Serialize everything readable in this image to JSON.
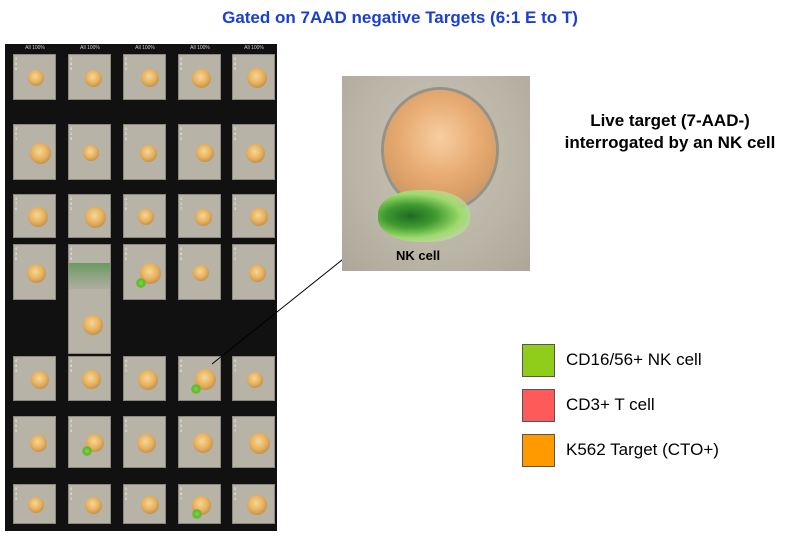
{
  "title": "Gated on 7AAD negative Targets (6:1 E to T)",
  "grid": {
    "column_headers": [
      "All 100%",
      "All 100%",
      "All 100%",
      "All 100%",
      "All 100%"
    ],
    "tiles": [
      {
        "id": "2\n5\n6",
        "row": 0,
        "col": 0,
        "green": false
      },
      {
        "id": "2\n5\n9",
        "row": 0,
        "col": 1,
        "green": false
      },
      {
        "id": "2\n6\n4",
        "row": 0,
        "col": 2,
        "green": false
      },
      {
        "id": "2\n8\n0",
        "row": 0,
        "col": 3,
        "green": false
      },
      {
        "id": "2\n8\n9",
        "row": 0,
        "col": 4,
        "green": false
      },
      {
        "id": "3\n0\n1",
        "row": 1,
        "col": 0,
        "green": false
      },
      {
        "id": "3\n1\n9",
        "row": 1,
        "col": 1,
        "green": false
      },
      {
        "id": "3\n2\n3",
        "row": 1,
        "col": 2,
        "green": false
      },
      {
        "id": "3\n6\n2",
        "row": 1,
        "col": 3,
        "green": false
      },
      {
        "id": "3\n6\n6",
        "row": 1,
        "col": 4,
        "green": false
      },
      {
        "id": "3\n7\n6",
        "row": 2,
        "col": 0,
        "green": false
      },
      {
        "id": "3\n9\n2",
        "row": 2,
        "col": 1,
        "green": false
      },
      {
        "id": "4\n1\n5",
        "row": 2,
        "col": 2,
        "green": false
      },
      {
        "id": "4\n1\n7",
        "row": 2,
        "col": 3,
        "green": false
      },
      {
        "id": "4\n2\n3",
        "row": 2,
        "col": 4,
        "green": false
      },
      {
        "id": "4\n3\n6",
        "row": 3,
        "col": 0,
        "green": false
      },
      {
        "id": "4\n4\n9",
        "row": 3,
        "col": 1,
        "green": false
      },
      {
        "id": "4\n6\n0",
        "row": 3,
        "col": 2,
        "green": true
      },
      {
        "id": "4\n6\n5",
        "row": 3,
        "col": 3,
        "green": false
      },
      {
        "id": "4\n7\n1",
        "row": 3,
        "col": 4,
        "green": false
      },
      {
        "id": "4\n8\n3",
        "row": 4,
        "col": 0,
        "green": false
      },
      {
        "id": "4\n8\n9",
        "row": 4,
        "col": 1,
        "green": false
      },
      {
        "id": "4\n9\n1",
        "row": 4,
        "col": 2,
        "green": false
      },
      {
        "id": "4\n9\n6",
        "row": 4,
        "col": 3,
        "green": true
      },
      {
        "id": "4\n9\n7",
        "row": 4,
        "col": 4,
        "green": false
      },
      {
        "id": "5\n0\n9",
        "row": 5,
        "col": 0,
        "green": false
      },
      {
        "id": "5\n2\n3",
        "row": 5,
        "col": 1,
        "green": true
      },
      {
        "id": "5\n2\n5",
        "row": 5,
        "col": 2,
        "green": false
      },
      {
        "id": "5\n3\n3",
        "row": 5,
        "col": 3,
        "green": false
      },
      {
        "id": "5\n4\n7",
        "row": 5,
        "col": 4,
        "green": false
      },
      {
        "id": "5\n4\n9",
        "row": 6,
        "col": 0,
        "green": false
      },
      {
        "id": "5\n6\n1",
        "row": 6,
        "col": 1,
        "green": false
      },
      {
        "id": "5\n6\n4",
        "row": 6,
        "col": 2,
        "green": false
      },
      {
        "id": "5\n6\n7",
        "row": 6,
        "col": 3,
        "green": true
      },
      {
        "id": "5\n8\n4",
        "row": 6,
        "col": 4,
        "green": false
      }
    ]
  },
  "zoom": {
    "nk_label": "NK cell"
  },
  "live_target_label": "Live target (7-AAD-)\ninterrogated by an NK cell",
  "legend": [
    {
      "label": "CD16/56+ NK cell",
      "color": "#8fcd1a"
    },
    {
      "label": "CD3+ T cell",
      "color": "#ff5a5a"
    },
    {
      "label": "K562 Target (CTO+)",
      "color": "#ff9a00"
    }
  ]
}
